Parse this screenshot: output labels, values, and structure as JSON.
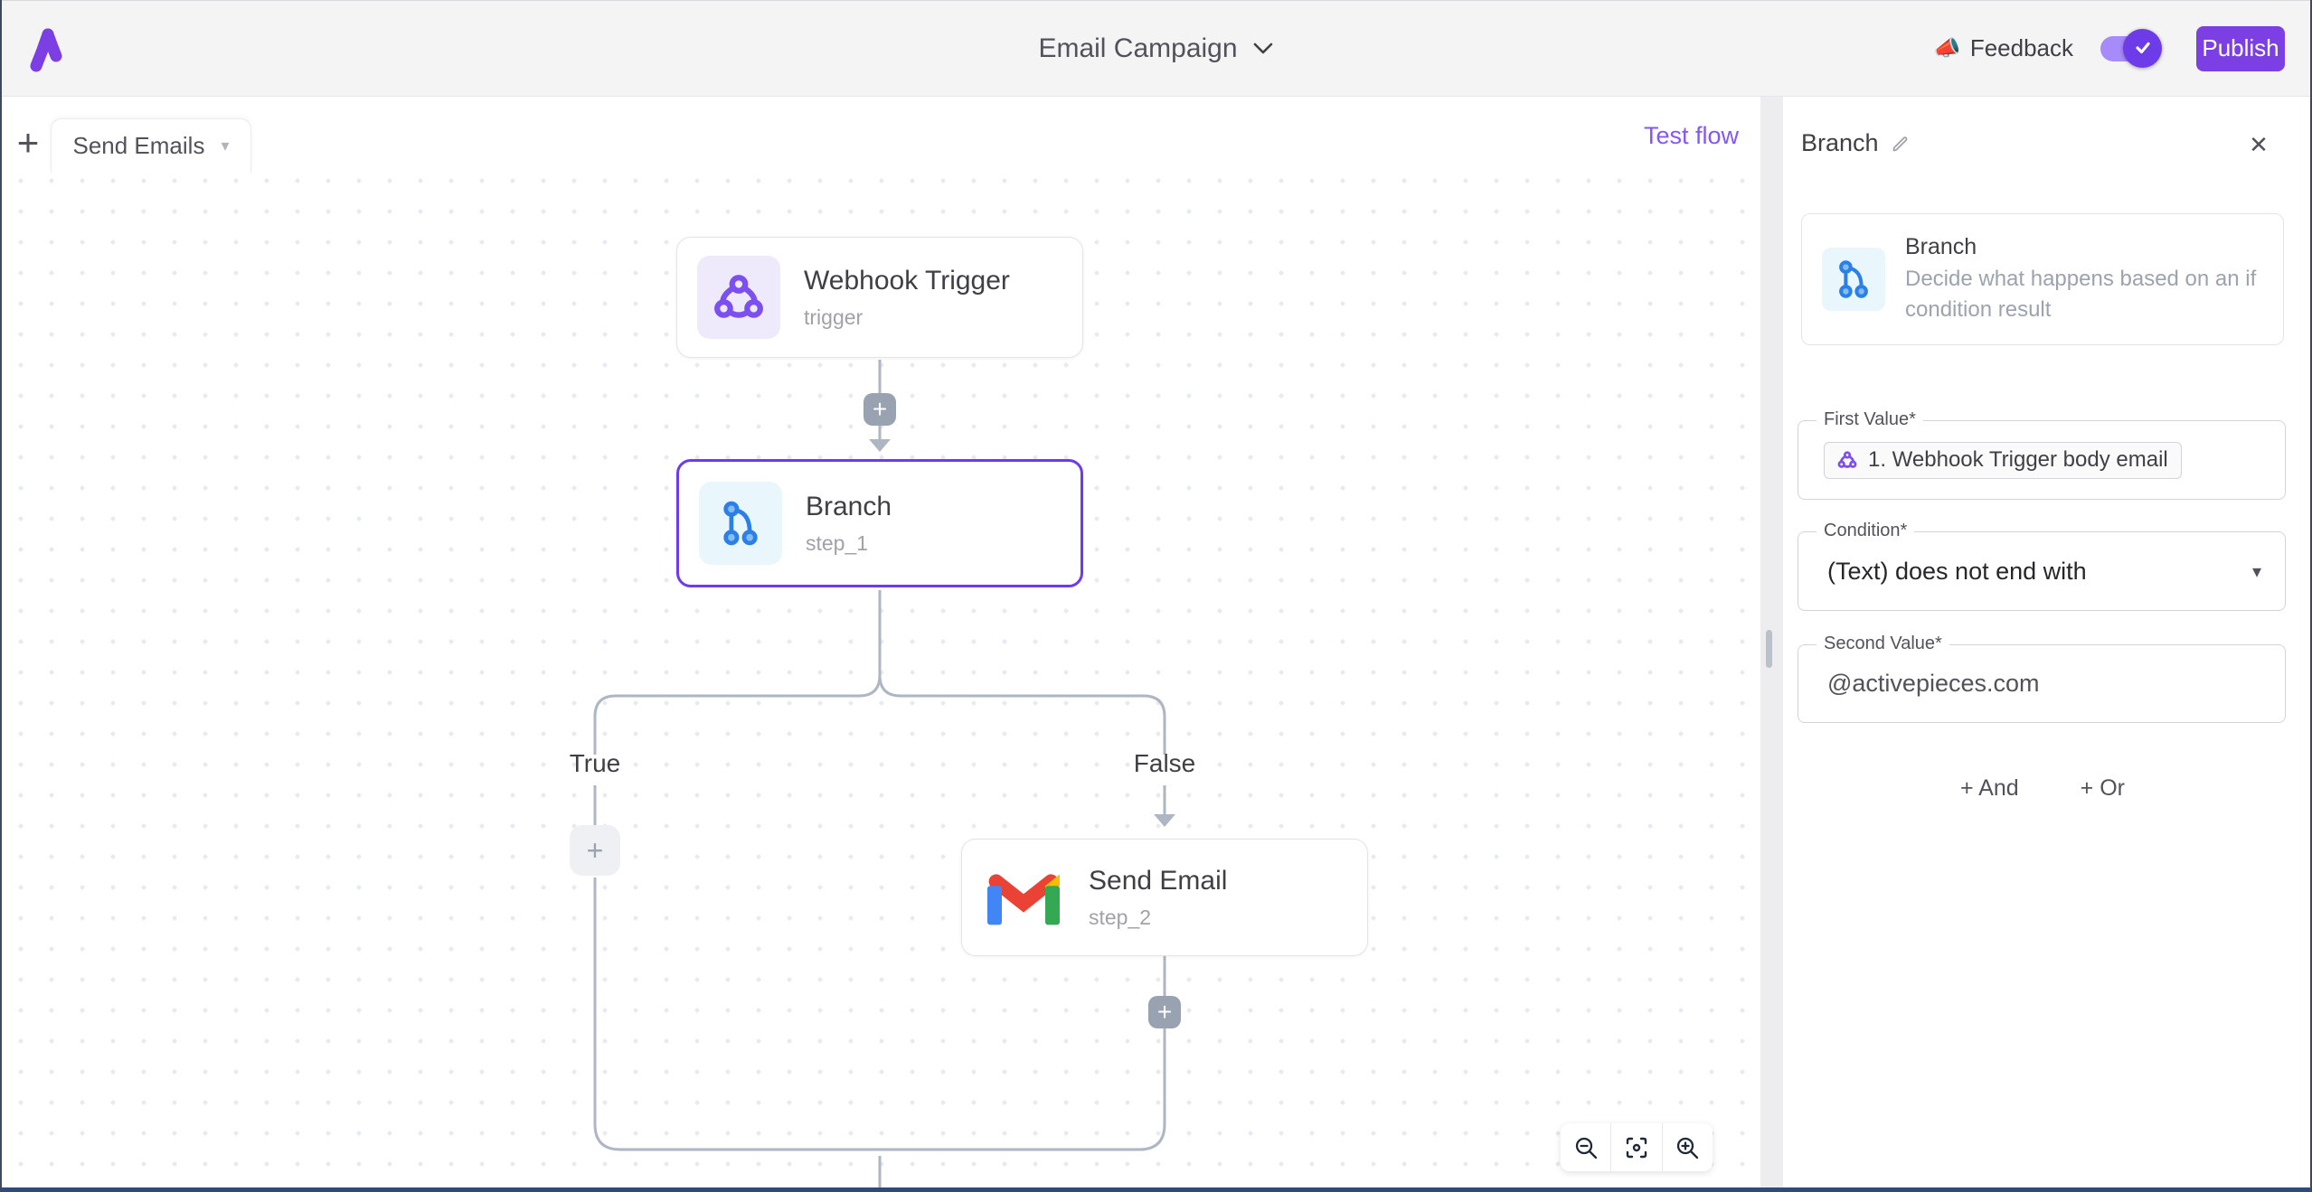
{
  "colors": {
    "accent": "#7b3fe4",
    "selected_border": "#6d3be8",
    "wire": "#adb6c2",
    "branch_blue": "#2b7fe8",
    "webhook_purple": "#7c4ff0",
    "gmail_red": "#ea4335",
    "gmail_blue": "#4285f4",
    "gmail_green": "#34a853",
    "gmail_yellow": "#fbbc04"
  },
  "icons": {
    "plus": "+",
    "close": "✕",
    "caret_down": "▾",
    "feedback_emoji": "📣"
  },
  "header": {
    "title": "Email Campaign",
    "feedback_label": "Feedback",
    "publish_label": "Publish",
    "toggle_state": "on"
  },
  "canvas": {
    "tab_label": "Send Emails",
    "test_flow_label": "Test flow",
    "true_label": "True",
    "false_label": "False",
    "nodes": {
      "webhook": {
        "title": "Webhook Trigger",
        "subtitle": "trigger"
      },
      "branch": {
        "title": "Branch",
        "subtitle": "step_1"
      },
      "send_email": {
        "title": "Send Email",
        "subtitle": "step_2"
      }
    }
  },
  "panel": {
    "title": "Branch",
    "info_title": "Branch",
    "info_description": "Decide what happens based on an if condition result",
    "first_value_label": "First Value*",
    "first_value_token": "1. Webhook Trigger body email",
    "condition_label": "Condition*",
    "condition_value": "(Text) does not end with",
    "second_value_label": "Second Value*",
    "second_value": "@activepieces.com",
    "and_button": "+ And",
    "or_button": "+ Or"
  }
}
